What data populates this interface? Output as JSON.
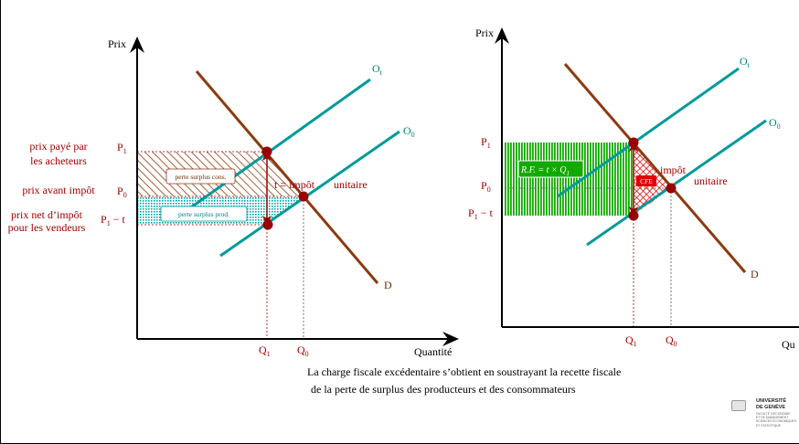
{
  "colors": {
    "red_label": "#a00000",
    "demand": "#8b3a10",
    "supply": "#009a9a",
    "point": "#9a0000",
    "green": "#11aa00",
    "cross_red": "#dd0000"
  },
  "left": {
    "axis_y": "Prix",
    "axis_x": "Quantité",
    "supply_tax": "O",
    "supply_tax_sub": "t",
    "supply_base": "O",
    "supply_base_sub": "0",
    "demand": "D",
    "p1": "P",
    "p1_sub": "1",
    "p0": "P",
    "p0_sub": "0",
    "p1t": "P",
    "p1t_sub": "1",
    "p1t_suffix": " − t",
    "q1": "Q",
    "q1_sub": "1",
    "q0": "Q",
    "q0_sub": "0",
    "lbl_buyers_1": "prix payé par",
    "lbl_buyers_2": "les acheteurs",
    "lbl_before_tax": "prix avant impôt",
    "lbl_sellers_1": "prix net d’impôt",
    "lbl_sellers_2": "pour les vendeurs",
    "box_consumer": "perte surplus cons.",
    "box_producer": "perte surplus prod.",
    "t_label": "t = impôt",
    "unit_label": "unitaire"
  },
  "right": {
    "axis_y": "Prix",
    "axis_x": "Qu",
    "supply_tax": "O",
    "supply_tax_sub": "t",
    "supply_base": "O",
    "supply_base_sub": "0",
    "demand": "D",
    "p1": "P",
    "p1_sub": "1",
    "p0": "P",
    "p0_sub": "0",
    "p1t": "P",
    "p1t_sub": "1",
    "p1t_suffix": " − t",
    "q1": "Q",
    "q1_sub": "1",
    "q0": "Q",
    "q0_sub": "0",
    "rf_label": "R.F. = t × Q",
    "rf_sub": "1",
    "cfe_label": "CFE",
    "tax_label": "impôt",
    "unit_label": "unitaire"
  },
  "caption": {
    "line1": "La charge fiscale excédentaire s’obtient en soustrayant la recette fiscale",
    "line2": "de la perte de surplus des producteurs et des consommateurs"
  },
  "logo": {
    "line1": "UNIVERSITÉ",
    "line2": "DE GENÈVE",
    "line3": "FACULTÉ D'ÉCONOMIE",
    "line4": "ET DE MANAGEMENT",
    "line5": "SCIENCES ÉCONOMIQUES",
    "line6": "ET STATISTIQUE"
  }
}
